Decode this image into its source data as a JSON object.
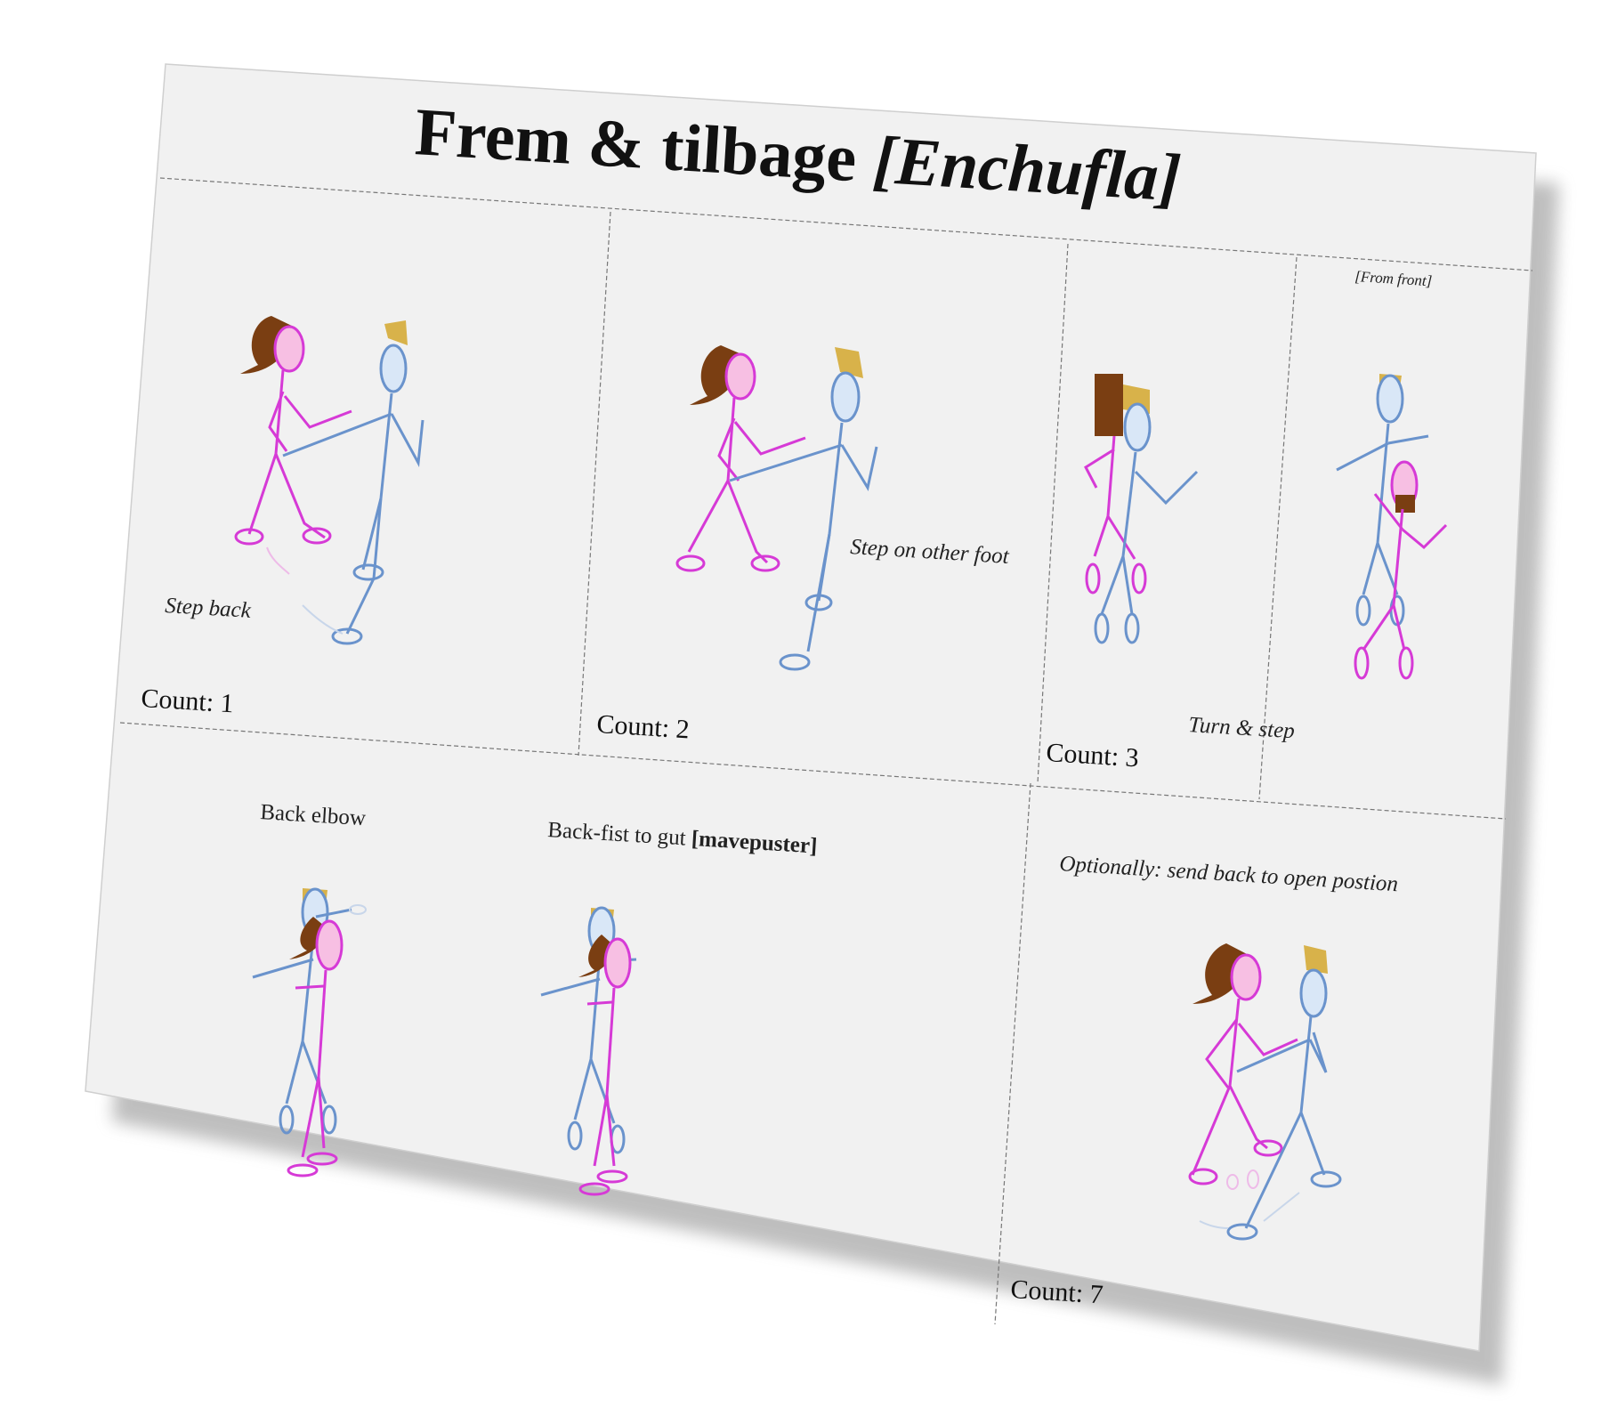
{
  "title": {
    "main": "Frem & tilbage ",
    "italic": "[Enchufla]"
  },
  "panels": {
    "p1": {
      "caption": "Step back",
      "count": "Count: 1"
    },
    "p2": {
      "caption": "Step on other foot",
      "count": "Count: 2"
    },
    "p3": {
      "caption": "Turn & step",
      "count": "Count: 3",
      "front_note": "[From front]"
    },
    "p4": {
      "caption_left": "Back elbow",
      "caption_right_plain": "Back-fist to gut ",
      "caption_right_bold": "[mavepuster]"
    },
    "p5": {
      "caption": "Optionally: send back to open postion",
      "count": "Count: 7"
    }
  },
  "colors": {
    "woman": "#d63ad6",
    "man": "#6a93cc",
    "woman_hair": "#7a3e12",
    "man_hair": "#d8b24a",
    "paper": "#f1f1f1",
    "shadow": "#8a8a8a"
  }
}
